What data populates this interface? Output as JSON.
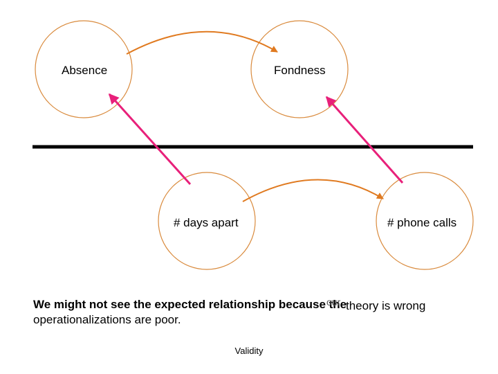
{
  "nodes": {
    "absence": "Absence",
    "fondness": "Fondness",
    "days_apart": "# days apart",
    "phone_calls": "# phone calls"
  },
  "caption": {
    "line1_bold": "We might not see the expected relationship because the",
    "line1_overlap": "our",
    "line1_rest": "theory is wrong",
    "line2": "operationalizations are poor."
  },
  "footer": "Validity",
  "colors": {
    "circle": "#d98a3c",
    "orange_arrow": "#e07a20",
    "pink_arrow": "#e8207a",
    "divider": "#000000"
  }
}
